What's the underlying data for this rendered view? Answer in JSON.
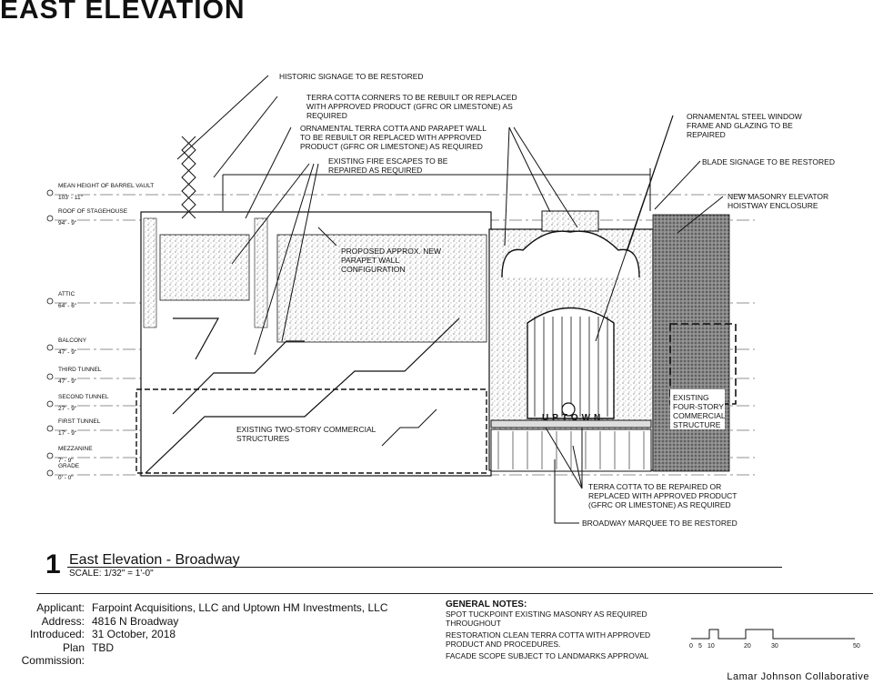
{
  "header": {
    "title": "EAST ELEVATION"
  },
  "levels": [
    {
      "name": "MEAN HEIGHT OF BARREL VAULT",
      "height": "103' - 11\""
    },
    {
      "name": "ROOF OF STAGEHOUSE",
      "height": "94' - 9\""
    },
    {
      "name": "ATTIC",
      "height": "64' - 6\""
    },
    {
      "name": "BALCONY",
      "height": "47' - 9\""
    },
    {
      "name": "THIRD TUNNEL",
      "height": "47' - 9\""
    },
    {
      "name": "SECOND TUNNEL",
      "height": "27' - 9\""
    },
    {
      "name": "FIRST TUNNEL",
      "height": "17' - 9\""
    },
    {
      "name": "MEZZANINE",
      "height": "7' - 9\""
    },
    {
      "name": "GRADE",
      "height": "0' - 0\""
    }
  ],
  "annotations": {
    "signage": [
      "HISTORIC SIGNAGE TO BE RESTORED"
    ],
    "corners": [
      "TERRA COTTA CORNERS TO BE REBUILT OR REPLACED",
      "WITH APPROVED PRODUCT (GFRC OR LIMESTONE) AS",
      "REQUIRED"
    ],
    "parapet": [
      "ORNAMENTAL TERRA COTTA  AND PARAPET WALL",
      "TO BE REBUILT OR REPLACED WITH APPROVED",
      "PRODUCT (GFRC OR LIMESTONE) AS REQUIRED"
    ],
    "fire_escapes": [
      "EXISTING FIRE ESCAPES TO BE",
      "REPAIRED AS REQUIRED"
    ],
    "proposed_parapet": [
      "PROPOSED APPROX. NEW",
      "PARAPET WALL",
      "CONFIGURATION"
    ],
    "window": [
      "ORNAMENTAL STEEL WINDOW",
      "FRAME AND GLAZING TO BE",
      "REPAIRED"
    ],
    "blade": [
      "BLADE SIGNAGE TO BE RESTORED"
    ],
    "elevator": [
      "NEW MASONRY ELEVATOR",
      "HOISTWAY ENCLOSURE"
    ],
    "four_story": [
      "EXISTING",
      "FOUR-STORY",
      "COMMERCIAL",
      "STRUCTURE"
    ],
    "two_story": [
      "EXISTING TWO-STORY COMMERCIAL",
      "STRUCTURES"
    ],
    "terra_cotta": [
      "TERRA COTTA TO BE REPAIRED OR",
      "REPLACED WITH APPROVED PRODUCT",
      "(GFRC OR LIMESTONE) AS REQUIRED"
    ],
    "marquee": [
      "BROADWAY MARQUEE TO BE RESTORED"
    ]
  },
  "marquee_sign": "UPTOWN",
  "title_block": {
    "number": "1",
    "title": "East Elevation - Broadway",
    "scale": "SCALE: 1/32\" = 1'-0\""
  },
  "applicant": [
    {
      "label": "Applicant:",
      "value": "Farpoint Acquisitions, LLC and Uptown HM Investments, LLC"
    },
    {
      "label": "Address:",
      "value": "4816 N Broadway"
    },
    {
      "label": "Introduced:",
      "value": "31 October, 2018"
    },
    {
      "label": "Plan Commission:",
      "value": "TBD"
    }
  ],
  "general_notes": {
    "heading": "GENERAL NOTES:",
    "items": [
      "SPOT TUCKPOINT EXISTING MASONRY AS REQUIRED THROUGHOUT",
      "RESTORATION CLEAN TERRA COTTA WITH APPROVED PRODUCT AND PROCEDURES.",
      "FACADE SCOPE SUBJECT TO LANDMARKS APPROVAL"
    ]
  },
  "scale_bar": {
    "ticks": [
      "0",
      "5",
      "10",
      "20",
      "30",
      "50"
    ]
  },
  "firm": "Lamar Johnson Collaborative"
}
